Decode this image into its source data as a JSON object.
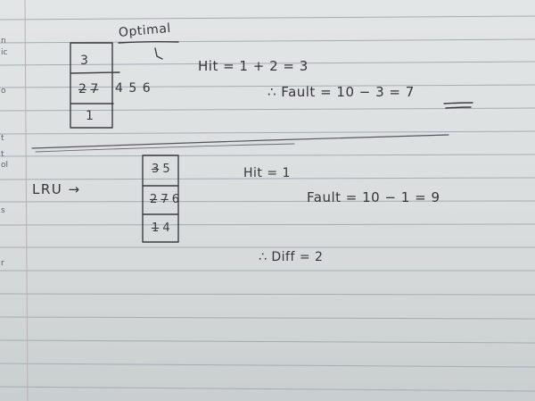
{
  "optimal": {
    "heading": "Optimal",
    "frames": [
      "3",
      "2̶ 7̶",
      "1"
    ],
    "replacements": "4 5 6",
    "hit": "Hit = 1 + 2 = 3",
    "fault": "∴ Fault = 10 − 3 = 7"
  },
  "lru": {
    "label": "LRU →",
    "frames": [
      "3̶ 5",
      "2̶ 7̶ 6",
      "1̶ 4"
    ],
    "hit": "Hit = 1",
    "fault": "Fault = 10 − 1 = 9"
  },
  "diff": "∴ Diff = 2",
  "edge_marks": [
    "n",
    "ic",
    "o",
    "t",
    "t",
    "ol",
    "s",
    "r"
  ],
  "colors": {
    "ink": "#35363b",
    "rule": "#9ea8b4",
    "paper": "#dfe2e2"
  }
}
